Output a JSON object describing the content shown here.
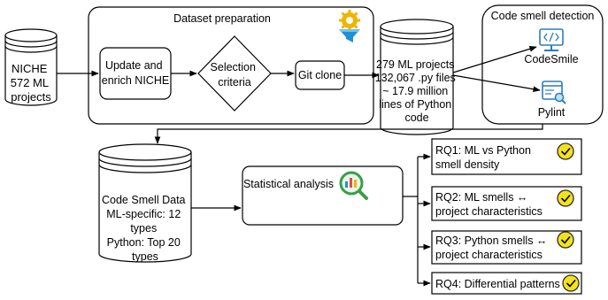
{
  "niche_db": {
    "lines": [
      "NICHE",
      "572 ML",
      "projects"
    ]
  },
  "dataset_prep": {
    "title": "Dataset preparation",
    "update_box": [
      "Update and",
      "enrich NICHE"
    ],
    "criteria": [
      "Selection",
      "criteria"
    ],
    "git_clone": "Git clone",
    "icon": "gear-funnel-icon"
  },
  "ml_projects_db": {
    "lines": [
      "279 ML projects",
      "132,067 .py files",
      "~ 17.9 million",
      "lines of Python",
      "code"
    ]
  },
  "smell_detection": {
    "title": "Code smell detection",
    "tools": [
      {
        "label": "CodeSmile",
        "icon": "code-monitor-icon"
      },
      {
        "label": "Pylint",
        "icon": "window-search-icon"
      }
    ]
  },
  "smell_data_db": {
    "lines": [
      "Code Smell Data",
      "ML-specific: 12",
      "types",
      "Python: Top 20",
      "types"
    ]
  },
  "analysis": {
    "label": "Statistical analysis",
    "icon": "chart-magnifier-icon"
  },
  "rqs": [
    {
      "lines": [
        "RQ1: ML vs Python",
        "smell density"
      ],
      "status": "check"
    },
    {
      "lines": [
        "RQ2: ML smells ↔",
        "project characteristics"
      ],
      "status": "check"
    },
    {
      "lines": [
        "RQ3: Python smells ↔",
        "project characteristics"
      ],
      "status": "check"
    },
    {
      "lines": [
        "RQ4: Differential patterns"
      ],
      "status": "check"
    }
  ],
  "colors": {
    "check": "#f2e21c",
    "icon_blue": "#1f8fd6",
    "icon_gold": "#f0b400"
  }
}
